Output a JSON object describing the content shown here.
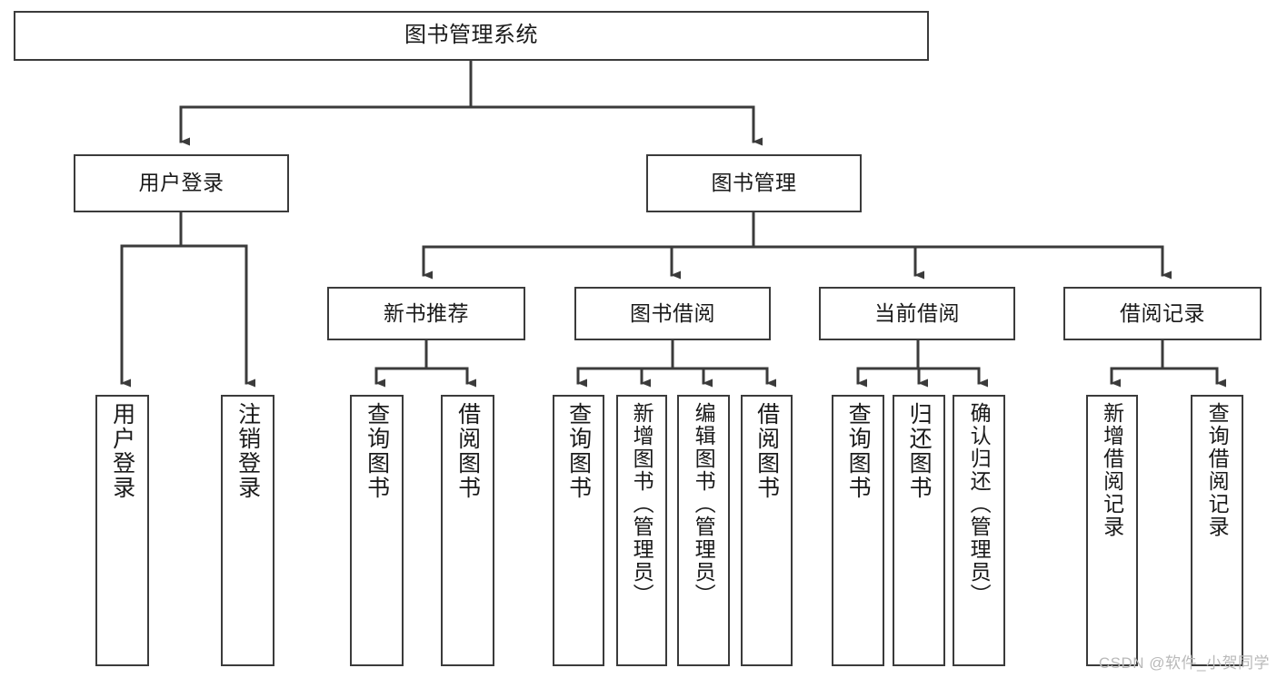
{
  "diagram": {
    "title": "图书管理系统",
    "type": "功能结构图",
    "colors": {
      "node_border": "#3b3b3b",
      "node_fill": "#ffffff",
      "edge": "#3b3b3b",
      "text": "#1a1a1a",
      "watermark": "#b9b9b9",
      "background": "#ffffff"
    },
    "root": {
      "label": "图书管理系统"
    },
    "level2": [
      {
        "label": "用户登录"
      },
      {
        "label": "图书管理"
      }
    ],
    "level3": [
      {
        "label": "新书推荐"
      },
      {
        "label": "图书借阅"
      },
      {
        "label": "当前借阅"
      },
      {
        "label": "借阅记录"
      }
    ],
    "leaves": {
      "user_login": [
        {
          "label": "用户登录"
        },
        {
          "label": "注销登录"
        }
      ],
      "new_book_recommend": [
        {
          "label": "查询图书"
        },
        {
          "label": "借阅图书"
        }
      ],
      "book_borrow": [
        {
          "label": "查询图书"
        },
        {
          "label": "新增图书（管理员）"
        },
        {
          "label": "编辑图书（管理员）"
        },
        {
          "label": "借阅图书"
        }
      ],
      "current_borrow": [
        {
          "label": "查询图书"
        },
        {
          "label": "归还图书"
        },
        {
          "label": "确认归还（管理员）"
        }
      ],
      "borrow_record": [
        {
          "label": "新增借阅记录"
        },
        {
          "label": "查询借阅记录"
        }
      ]
    },
    "watermark": "CSDN @软件_小贺同学"
  }
}
